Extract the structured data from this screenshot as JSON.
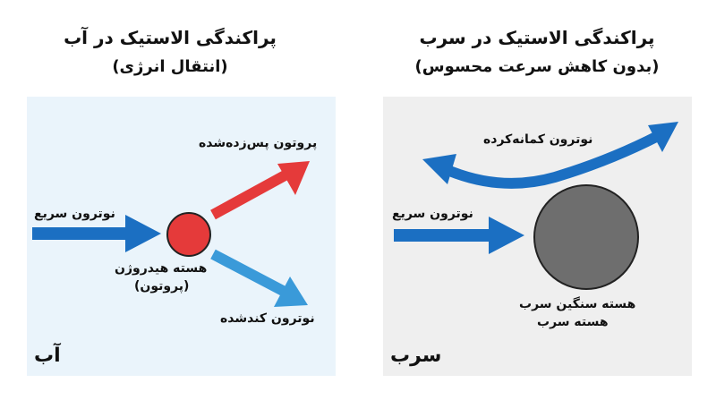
{
  "left": {
    "title": "پراکندگی الاستیک در آب",
    "subtitle": "(انتقال انرژی)",
    "fast_neutron": "نوترون سریع",
    "recoil_proton": "پروتون پس‌زده‌شده",
    "nucleus": "هسته هیدروژن",
    "nucleus_sub": "(پروتون)",
    "slowed_neutron": "نوترون کندشده",
    "corner": "آب"
  },
  "right": {
    "title": "پراکندگی الاستیک در سرب",
    "subtitle": "(بدون کاهش سرعت محسوس)",
    "fast_neutron": "نوترون سریع",
    "deflected_neutron": "نوترون کمانه‌کرده",
    "nucleus": "هسته سنگین سرب",
    "nucleus_sub": "هسته سرب",
    "corner": "سرب"
  },
  "colors": {
    "water_bg": "#eaf4fb",
    "lead_bg": "#efefef",
    "neutron_blue": "#1b6fc2",
    "slowed_blue": "#3a9ad9",
    "proton_red": "#e53a3a",
    "lead_gray": "#6e6e6e"
  }
}
